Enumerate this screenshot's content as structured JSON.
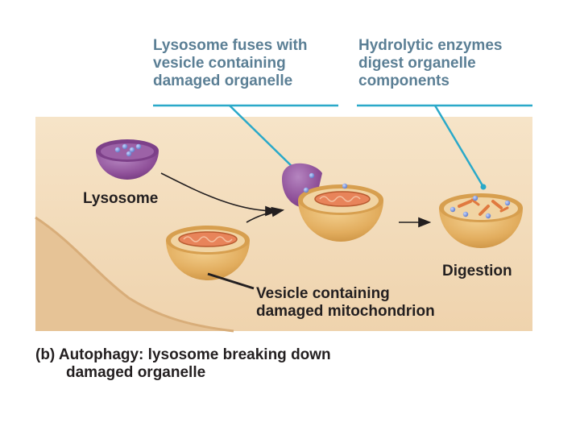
{
  "callouts": {
    "fusion": [
      "Lysosome fuses with",
      "vesicle containing",
      "damaged organelle"
    ],
    "enzymes": [
      "Hydrolytic enzymes",
      "digest organelle",
      "components"
    ]
  },
  "labels": {
    "lysosome": "Lysosome",
    "digestion": "Digestion",
    "vesicle": [
      "Vesicle containing",
      "damaged mitochondrion"
    ]
  },
  "caption": {
    "part": "(b)",
    "line1": "Autophagy: lysosome breaking down",
    "line2": "damaged organelle"
  },
  "colors": {
    "background_band": "#f2d9b8",
    "cell_region": "#e8c59a",
    "vesicle": "#e3b062",
    "lysosome": "#8e4f98",
    "callout_line": "#2aa9c9",
    "enzyme_dot": "#6f8fd6",
    "mitochondrion": "#d9673a"
  }
}
